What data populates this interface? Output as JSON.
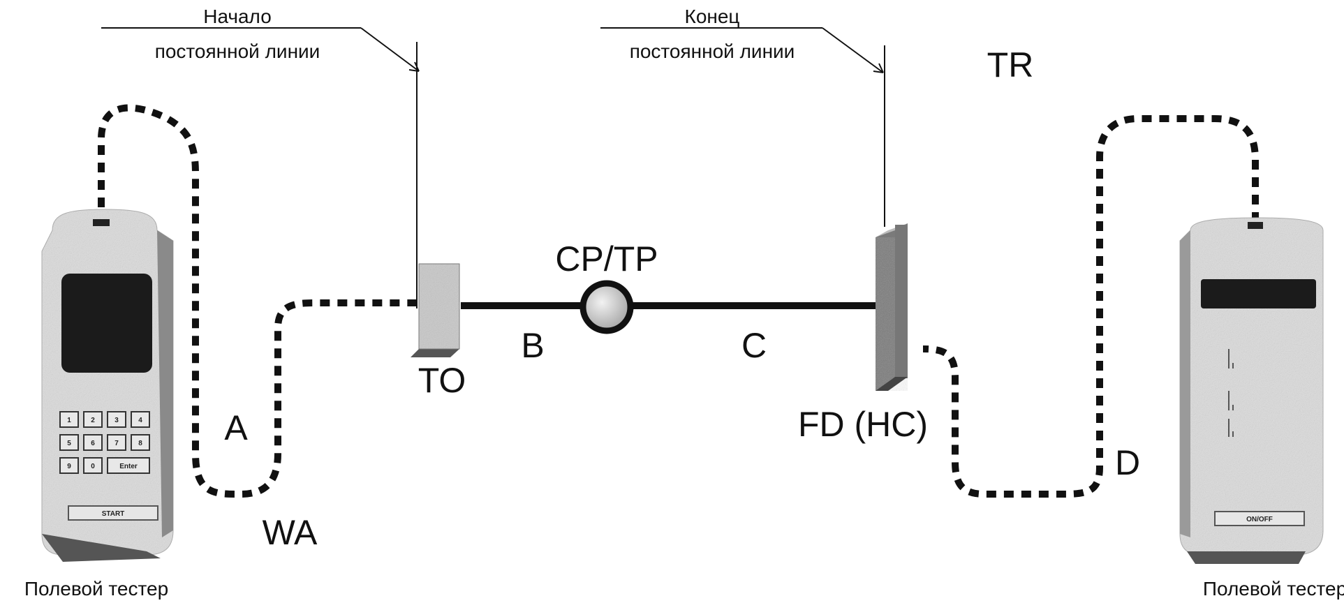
{
  "callouts": {
    "start": {
      "line1": "Начало",
      "line2": "постоянной линии"
    },
    "end": {
      "line1": "Конец",
      "line2": "постоянной линии"
    }
  },
  "labels": {
    "tr": "TR",
    "cp_tp": "CP/TP",
    "to": "TO",
    "fd_hc": "FD (HC)",
    "a": "A",
    "b": "B",
    "c": "C",
    "d": "D",
    "wa": "WA"
  },
  "testers": {
    "left": {
      "caption": "Полевой тестер",
      "keys": [
        "1",
        "2",
        "3",
        "4",
        "5",
        "6",
        "7",
        "8",
        "9",
        "0",
        "Enter"
      ],
      "button": "START"
    },
    "right": {
      "caption": "Полевой тестер",
      "button": "ON/OFF"
    }
  },
  "colors": {
    "line": "#111111",
    "device_body": "#d9d9d9",
    "device_screen": "#1a1a1a",
    "connector": "#9a9a9a"
  }
}
